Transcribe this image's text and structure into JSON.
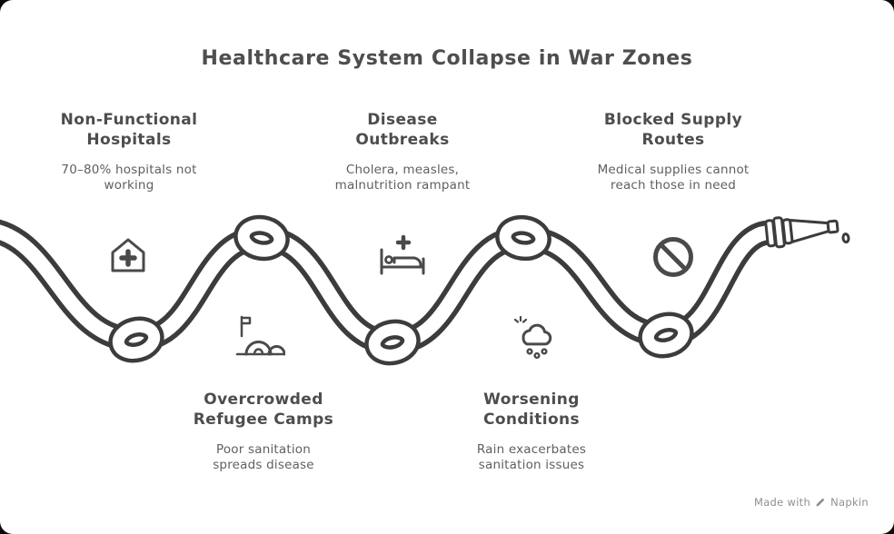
{
  "title": "Healthcare System Collapse in War Zones",
  "colors": {
    "ink": "#4a4a4a",
    "rope": "#3c3c3c",
    "heading_text": "#4d4d4d",
    "body_text": "#5f5f5f",
    "footer_text": "#8f8f8f",
    "background": "#ffffff"
  },
  "stages": [
    {
      "heading": "Non-Functional\nHospitals",
      "description": "70–80% hospitals not\nworking",
      "icon": "hospital-icon"
    },
    {
      "heading": "Disease\nOutbreaks",
      "description": "Cholera, measles,\nmalnutrition rampant",
      "icon": "medical-bed-icon"
    },
    {
      "heading": "Blocked Supply\nRoutes",
      "description": "Medical supplies cannot\nreach those in need",
      "icon": "no-entry-icon"
    },
    {
      "heading": "Overcrowded\nRefugee Camps",
      "description": "Poor sanitation\nspreads disease",
      "icon": "refugee-camp-icon"
    },
    {
      "heading": "Worsening\nConditions",
      "description": "Rain exacerbates\nsanitation issues",
      "icon": "rain-cloud-icon"
    }
  ],
  "footer": {
    "made_with": "Made with",
    "brand": "Napkin"
  }
}
